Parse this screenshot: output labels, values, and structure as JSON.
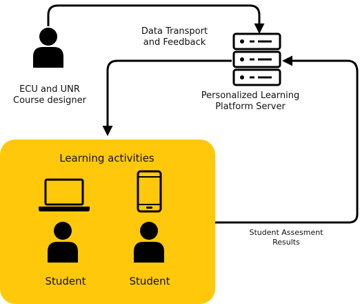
{
  "diagram": {
    "nodes": {
      "designer": {
        "label": "ECU and UNR\nCourse designer",
        "icon": "person-icon"
      },
      "server": {
        "label": "Personalized Learning\nPlatform Server",
        "icon": "server-stack-icon"
      },
      "activities": {
        "label": "Learning activities",
        "fill": "#FFC80A"
      },
      "student_laptop": {
        "label": "Student",
        "icon": "laptop-icon"
      },
      "student_phone": {
        "label": "Student",
        "icon": "smartphone-icon"
      }
    },
    "edges": {
      "designer_to_server": {
        "label": "Data Transport\nand Feedback"
      },
      "server_to_activities": {
        "label": ""
      },
      "activities_to_server": {
        "label": "Student Assesment\nResults"
      }
    }
  }
}
